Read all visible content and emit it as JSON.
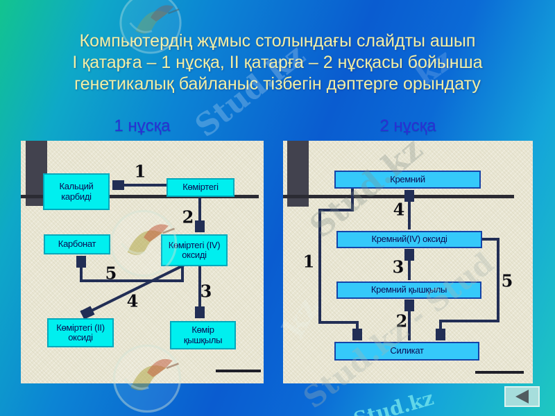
{
  "title": {
    "line1": "Компьютердің жұмыс столындағы слайдты ашып",
    "line2": "І қатарға – 1 нұсқа, ІІ қатарға – 2 нұсқасы бойынша",
    "line3": "генетикалық байланыс тізбегін дәптерге орындату"
  },
  "variant_labels": {
    "left": "1 нұсқа",
    "right": "2 нұсқа"
  },
  "left_diagram": {
    "boxes": {
      "calcium_carbide": "Кальций карбиді",
      "carbon": "Көміртегі",
      "carbonate": "Карбонат",
      "carbon_iv_oxide": "Көміртегі (IV) оксиді",
      "carbon_ii_oxide": "Көміртегі (II) оксиді",
      "carbonic_acid": "Көмір қышқылы"
    },
    "steps": {
      "s1": "1",
      "s2": "2",
      "s3": "3",
      "s4": "4",
      "s5": "5"
    }
  },
  "right_diagram": {
    "boxes": {
      "silicon": "Кремний",
      "silicon_iv_oxide": "Кремний(IV) оксиді",
      "silicic_acid": "Кремний қышқылы",
      "silicate": "Силикат"
    },
    "steps": {
      "s1": "1",
      "s2": "2",
      "s3": "3",
      "s4": "4",
      "s5": "5"
    }
  },
  "watermarks": {
    "brand": "Stud.kz",
    "brand_short": "kz",
    "brand_pair": "Stud.kz - Stud",
    "bottom_brand": "Stud.kz"
  },
  "icons": {
    "back_arrow": "left-triangle",
    "brand_logo": "hummingbird-in-circle"
  },
  "colors": {
    "background_teal": "#12c48e",
    "background_blue": "#0a5ed2",
    "panel_bg": "#e9e6d3",
    "box_cyan": "#00efef",
    "box_cyan_border": "#00a8bc",
    "box_blue": "#35c9fa",
    "box_blue_border": "#1544a8",
    "arrow": "#222e55",
    "title_text": "#f2efa4",
    "variant_text": "#2a30d4"
  }
}
